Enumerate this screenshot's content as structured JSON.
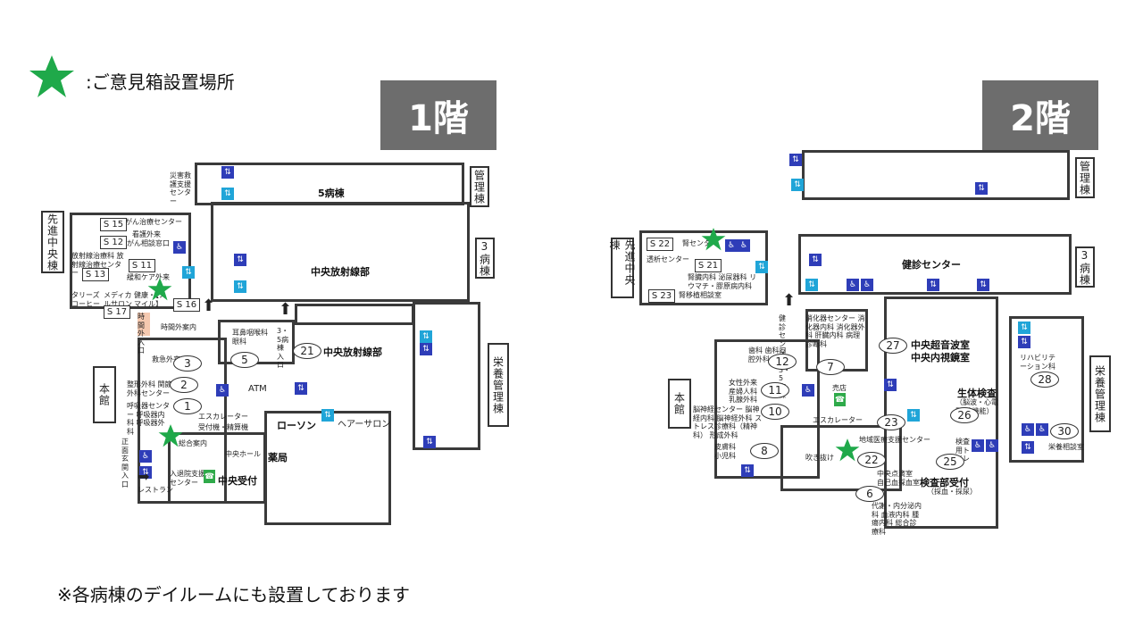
{
  "legend": {
    "text": ":ご意見箱設置場所"
  },
  "floor1": {
    "badge": "1階",
    "side_labels": {
      "senshin": "先進中央棟",
      "hon": "本館",
      "kanri": "管理棟",
      "byoto3": "3病棟",
      "eiyo": "栄養管理棟"
    },
    "labels": {
      "byoto5": "5病棟",
      "housha_top": "中央放射線部",
      "housha_bottom": "中央放射線部",
      "lawson": "ローソン",
      "hair": "ヘアーサロン",
      "yakkyoku": "薬局",
      "chuo_uketsuke": "中央受付",
      "atm": "ATM",
      "saigai": "災害救護支援センター",
      "gan": "がん治療センター",
      "kango": "看護外来",
      "gan_sodan": "がん相談窓口",
      "housha_chiryo": "放射線治療科 放射線治療センター",
      "kanwa": "緩和ケア外来",
      "tullys": "タリーズコーヒー",
      "medical": "メディカルサロン",
      "kenko": "健康・【スマイル】",
      "jikan_gai": "時間外案内",
      "kyukyu": "救急外来",
      "seikei": "整形外科 関節外科センター",
      "kokyuki": "呼吸器センター 呼吸器内科 呼吸器外科",
      "jibi": "耳鼻咽喉科 眼科",
      "tsuuro": "3・5病棟入口",
      "escalator": "エスカレーター",
      "uketsuke_kaikei": "受付機・精算機",
      "sogo_annai": "総合案内",
      "chuo_hall": "中央ホール",
      "nyuin": "入退院支援センター",
      "restaurant": "レストラン",
      "shomen": "正面玄関入口",
      "jikan_iriguchi": "時間外入口"
    },
    "numbers": [
      "3",
      "2",
      "1",
      "5",
      "21"
    ],
    "s_boxes": [
      "S 15",
      "S 12",
      "S 11",
      "S 13",
      "S 16",
      "S 17"
    ]
  },
  "floor2": {
    "badge": "2階",
    "side_labels": {
      "senshin": "先進中央棟",
      "hon": "本館",
      "kanri": "管理棟",
      "byoto3": "3病棟",
      "eiyo": "栄養管理棟"
    },
    "labels": {
      "kenshin": "健診センター",
      "chouonpa": "中央超音波室",
      "naishikyo": "中央内視鏡室",
      "seitai": "生体検査",
      "seitai_sub": "（脳波・心電図 肺機能）",
      "kensa_uketsuke": "検査部受付",
      "kensa_sub": "（採血・採尿）",
      "jin": "腎センター",
      "touseki": "透析センター",
      "jinzou": "腎臓内科 泌尿器科 リウマチ・膠原病内科",
      "jinsodan": "腎移植相談室",
      "shoukaki": "消化器センター 消化器内科 消化器外科 肝臓内科 病理診断科",
      "shika": "歯科 歯科口腔外科",
      "josei": "女性外来 産婦人科 乳腺外科",
      "nou": "脳神経センター 脳神経内科 脳神経外科 ストレス診療科（精神科） 形成外科",
      "hifu": "皮膚科 小児科",
      "fukinuke": "吹き抜け",
      "chiiki": "地域医療支援センター",
      "chuo_tenteki": "中央点滴室 自己血採血室",
      "taisha": "代謝・内分泌内科 血液内科 腫瘍内科 総合診療科",
      "rehab": "リハビリテーション科",
      "eiyo_sodan": "栄養相談室",
      "escalator": "エスカレーター",
      "baiten": "売店",
      "kenshin_center_v": "健診センター 3・5病棟",
      "toilet_kensa": "検査用トイレ"
    },
    "numbers": [
      "12",
      "11",
      "10",
      "8",
      "7",
      "27",
      "23",
      "26",
      "22",
      "25",
      "6",
      "28",
      "30"
    ],
    "s_boxes": [
      "S 22",
      "S 21",
      "S 23"
    ]
  },
  "note": {
    "text": "※各病棟のデイルームにも設置しております"
  },
  "colors": {
    "star": "#1fa94a",
    "badge": "#6d6d6d",
    "elevator": "#2e3db8",
    "cyan": "#20a5d8",
    "pink": "#f5c9b0"
  }
}
